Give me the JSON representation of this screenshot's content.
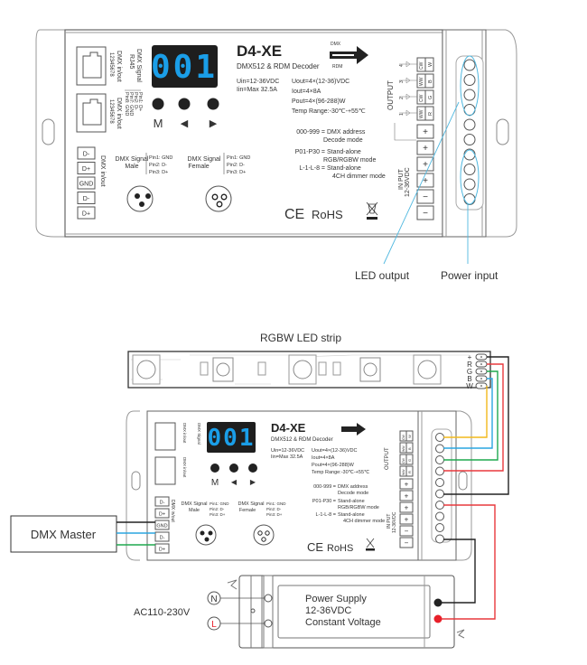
{
  "device": {
    "model": "D4-XE",
    "subtitle": "DMX512 & RDM Decoder",
    "display_value": "001",
    "arrow_top_label": "DMX",
    "arrow_bottom_label": "RDM",
    "specs_left": [
      "Uin=12-36VDC",
      "Iin=Max 32.5A"
    ],
    "specs_right": [
      "Uout=4×(12-36)VDC",
      "Iout=4×8A",
      "Pout=4×(96-288)W",
      "Temp Range:-30℃-+55℃"
    ],
    "modes": [
      {
        "code": "000-999 =",
        "line1": "DMX address",
        "line2": "Decode mode"
      },
      {
        "code": "P01-P30 =",
        "line1": "Stand-alone",
        "line2": "RGB/RGBW mode"
      },
      {
        "code": "L-1-L-8 =",
        "line1": "Stand-alone",
        "line2": "4CH dimmer mode"
      }
    ],
    "buttons": [
      {
        "label": "M"
      },
      {
        "label": "◀"
      },
      {
        "label": "▶"
      }
    ],
    "rj45_label": "DMX in/out",
    "rj45_pins_text": "12345678",
    "rj45_signal_title": [
      "DMX Signal",
      "RJ45"
    ],
    "rj45_pinout": [
      "Pin1: D+",
      "Pin2: D-",
      "Pin7: GND",
      "Pin8: GND"
    ],
    "dmx_terminals": [
      "D-",
      "D+",
      "GND",
      "D-",
      "D+"
    ],
    "dmx_terminal_label": "DMX in/out",
    "xlr_male": {
      "title": [
        "DMX Signal",
        "Male"
      ],
      "pins": [
        "Pin1: GND",
        "Pin2: D-",
        "Pin3: D+"
      ]
    },
    "xlr_female": {
      "title": [
        "DMX Signal",
        "Female"
      ],
      "pins": [
        "Pin1: GND",
        "Pin2: D-",
        "Pin3: D+"
      ]
    },
    "output_label": "OUTPUT",
    "output_channels": [
      {
        "num": "4",
        "a": "CW",
        "b": "W"
      },
      {
        "num": "3",
        "a": "WW",
        "b": "B"
      },
      {
        "num": "2",
        "a": "CW",
        "b": "G"
      },
      {
        "num": "1",
        "a": "WW",
        "b": "R"
      }
    ],
    "terminal_signs": [
      "+",
      "+",
      "+",
      "+",
      "−",
      "−"
    ],
    "input_label": [
      "IN PUT",
      "12-36VDC"
    ],
    "cert_ce": "CE",
    "cert_rohs": "RoHS"
  },
  "callouts": {
    "led_output": "LED output",
    "power_input": "Power input"
  },
  "wiring": {
    "strip_title": "RGBW LED strip",
    "strip_pins": [
      "+",
      "R",
      "G",
      "B",
      "W"
    ],
    "dmx_master": "DMX Master",
    "psu_lines": [
      "Power Supply",
      "12-36VDC",
      "Constant Voltage"
    ],
    "ac_label": "AC110-230V",
    "neutral": "N",
    "live": "L",
    "colors": {
      "plus": "#222222",
      "red": "#e8383d",
      "green": "#1fa84f",
      "blue": "#2aa6e0",
      "white": "#f2b91c",
      "callout": "#4fb8e0",
      "display_bg": "#1e1e1e",
      "display_digit": "#1a9ee8"
    }
  }
}
